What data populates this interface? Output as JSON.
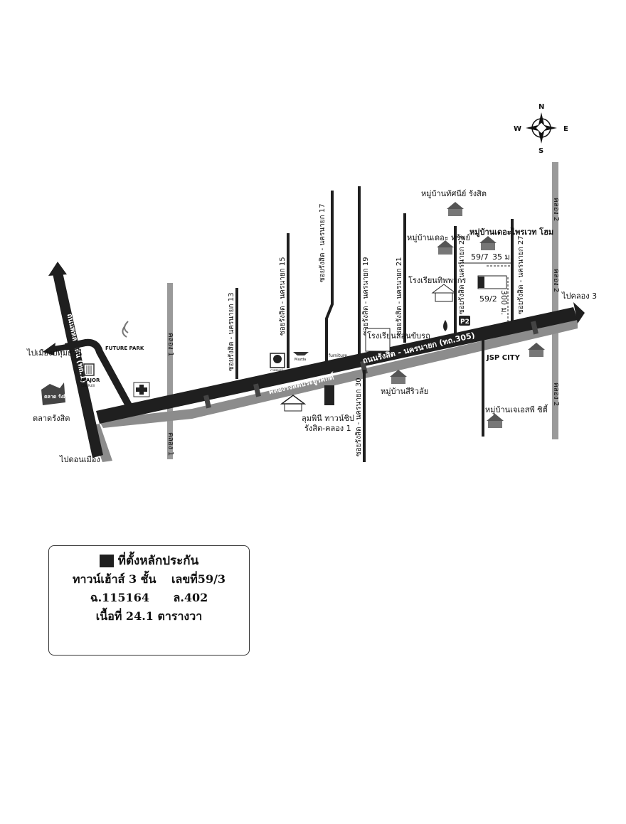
{
  "compass": {
    "n": "N",
    "s": "S",
    "e": "E",
    "w": "W"
  },
  "roads": {
    "main_road": "ถนนรังสิต - นครนายก (ทถ.305)",
    "canal_main": "คลองรังสิตประยูรศักดิ์",
    "phahonyothin": "ถนนพหลโยธิน (ทถ.1)",
    "klong1": "คลอง 1",
    "klong2": "คลอง 2",
    "soi13": "ซอยรังสิต - นครนายก 13",
    "soi15": "ซอยรังสิต - นครนายก 15",
    "soi17": "ซอยรังสิต - นครนายก 17",
    "soi19": "ซอยรังสิต - นครนายก 19",
    "soi21": "ซอยรังสิต - นครนายก 21",
    "soi23": "ซอยรังสิต - นครนายก 23",
    "soi27": "ซอยรังสิต - นครนายก 27",
    "soi30": "ซอยรังสิต - นครนายก 30"
  },
  "places": {
    "to_klong3": "ไปคลอง 3",
    "to_pathum": "ไปเมืองปทุมธานี",
    "to_donmuang": "ไปดอนเมือง",
    "rangsit_market": "ตลาดรังสิต",
    "market_icon": "ตลาด รังสิต",
    "future_park": "FUTURE PARK",
    "major": "MAJOR",
    "major_sub": "CINEPLEX",
    "lumpini_1": "ลุมพินี ทาวน์ชิป",
    "lumpini_2": "รังสิต-คลอง 1",
    "village_srirawalai": "หมู่บ้านสีริวลัย",
    "school_chanchai": "โรงเรียนสอนขับรถ",
    "school_thep": "โรงเรียนทิพพากร",
    "village_tassanee": "หมู่บ้านทัศนีย์ รังสิต",
    "village_thecrystal": "หมู่บ้านเดอะ ทรัพย์",
    "village_private": "หมู่บ้านเดอะไพรเวท โฮม",
    "village_jsp": "หมู่บ้านเจเอสพี ซิตี้",
    "jsp_city": "JSP CITY",
    "furniture": "furniture",
    "logo_a": "ภาพยนตร์",
    "logo_b": "Mazda",
    "p2": "P2"
  },
  "measures": {
    "lot_a": "59/7",
    "width": "35 ม.",
    "lot_b": "59/2",
    "distance": "300 ม."
  },
  "legend": {
    "title": "ที่ตั้งหลักประกัน",
    "property_type": "ทาวน์เฮ้าส์ 3 ชั้น",
    "house_no": "เลขที่59/3",
    "deed": "ฉ.115164",
    "land_no": "ล.402",
    "area": "เนื้อที่ 24.1 ตารางวา"
  },
  "colors": {
    "road": "#1f1f1f",
    "canal": "#8c8c8c",
    "klong": "#9a9a9a"
  }
}
